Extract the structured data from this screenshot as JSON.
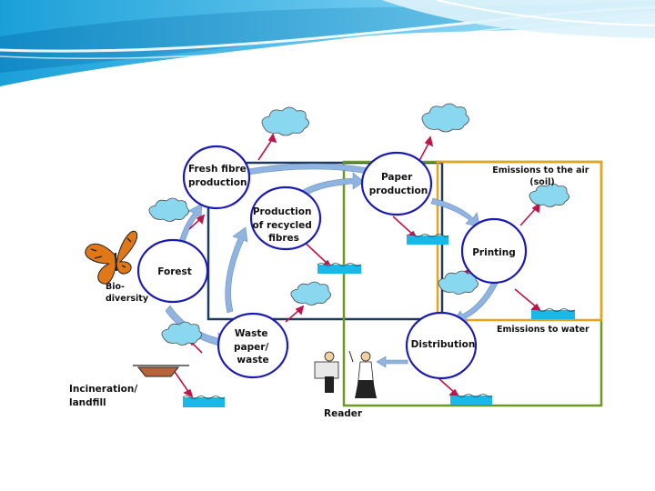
{
  "slide": {
    "title": "Life cycle – identify the boundaries"
  },
  "diagram": {
    "stages": [
      {
        "id": "fresh",
        "lines": [
          "Fresh fibre",
          "production"
        ]
      },
      {
        "id": "paper",
        "lines": [
          "Paper",
          "production"
        ]
      },
      {
        "id": "recycled",
        "lines": [
          "Production",
          "of recycled",
          "fibres"
        ]
      },
      {
        "id": "printing",
        "lines": [
          "Printing"
        ]
      },
      {
        "id": "forest",
        "lines": [
          "Forest"
        ]
      },
      {
        "id": "waste",
        "lines": [
          "Waste",
          "paper/",
          "waste"
        ]
      },
      {
        "id": "distribution",
        "lines": [
          "Distribution"
        ]
      }
    ],
    "labels": {
      "emissions_air": [
        "Emissions to the air",
        "(soil)"
      ],
      "emissions_water": "Emissions to water",
      "biodiversity": [
        "Bio-",
        "diversity"
      ],
      "incineration": [
        "Incineration/",
        "landfill"
      ],
      "reader": "Reader"
    },
    "colors": {
      "circle_stroke": "#1a1ab4",
      "arrow_fill": "#8fb4e0",
      "emission_arrow": "#c0144c",
      "box_navy": "#1f3a5f",
      "box_green": "#6a9a1e",
      "box_orange": "#e8a21c",
      "water": "#19b8e8",
      "cloud": "#8ad8f0"
    }
  }
}
